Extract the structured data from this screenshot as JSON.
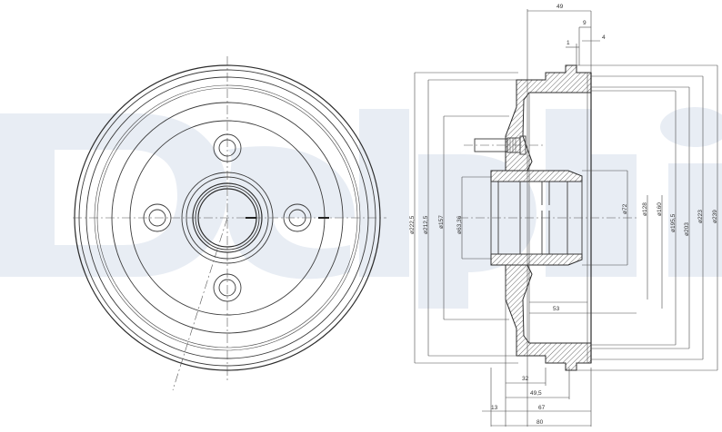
{
  "watermark": {
    "text": "Delphi",
    "color": "#e8edf4"
  },
  "front_view": {
    "bolt_holes": 4,
    "description": "Brake drum front view with 4 bolt holes and center hub"
  },
  "section_view": {
    "top_dimensions": {
      "overall_hub_offset": "49",
      "flange_width": "9",
      "lip_thickness": "4",
      "small_step": "1"
    },
    "left_diameters": [
      {
        "label": "ø222,5",
        "value": 222.5
      },
      {
        "label": "ø212,5",
        "value": 212.5
      },
      {
        "label": "ø157",
        "value": 157
      },
      {
        "label": "ø63,36",
        "value": 63.36
      }
    ],
    "right_diameters": [
      {
        "label": "ø72",
        "value": 72
      },
      {
        "label": "ø128",
        "value": 128
      },
      {
        "label": "ø160",
        "value": 160
      },
      {
        "label": "ø195,5",
        "value": 195.5
      },
      {
        "label": "ø203",
        "value": 203
      },
      {
        "label": "ø223",
        "value": 223
      },
      {
        "label": "ø239",
        "value": 239
      }
    ],
    "inner_depth": "53",
    "bottom_dimensions": {
      "d32": "32",
      "d49_5": "49,5",
      "d13": "13",
      "d67": "67",
      "d80": "80"
    }
  }
}
